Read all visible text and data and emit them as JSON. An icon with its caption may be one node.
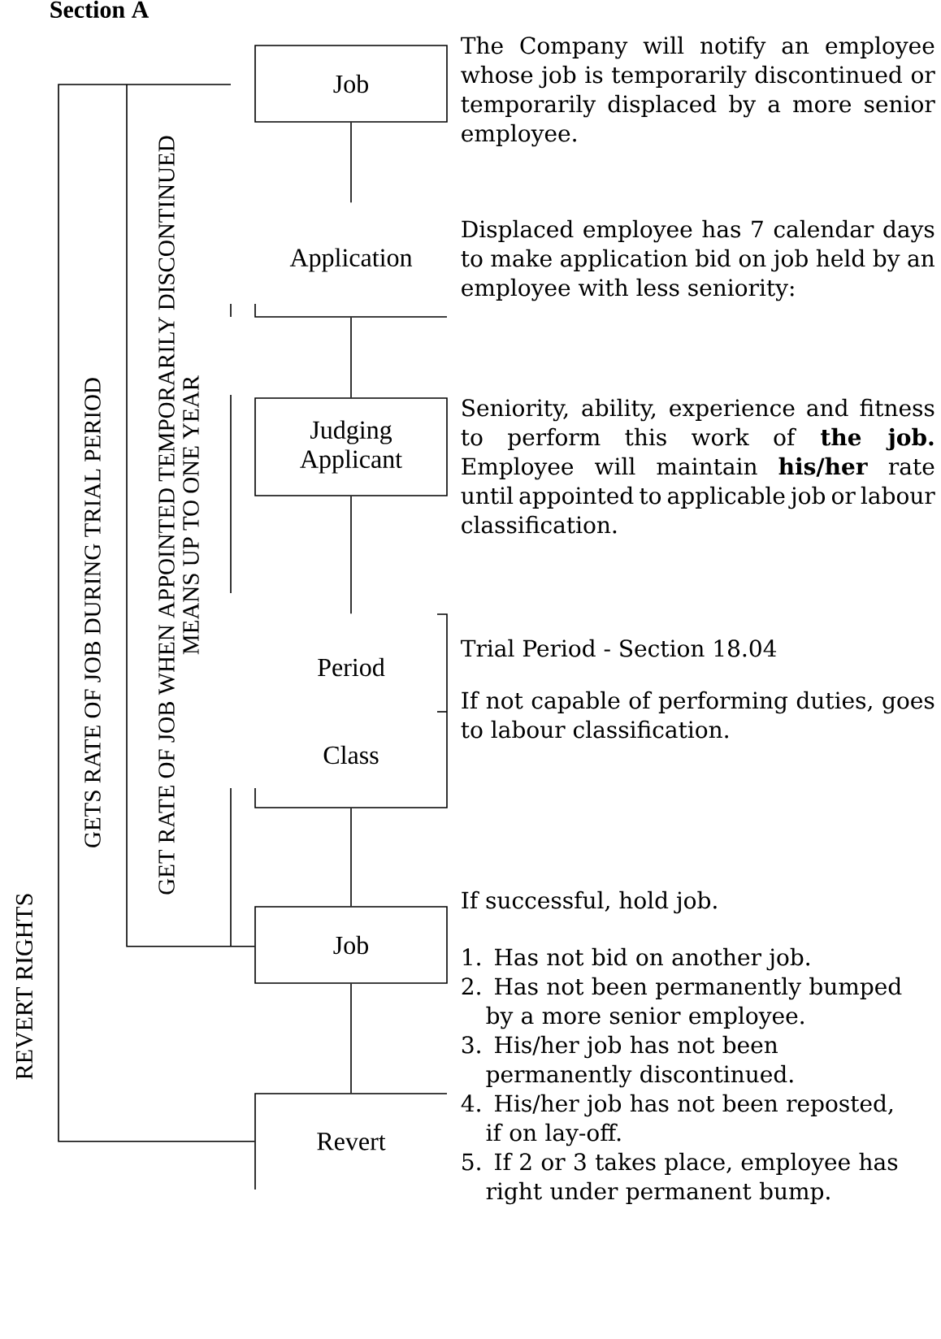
{
  "diagram": {
    "title": "Section A",
    "nodes": [
      {
        "text": [
          "Job"
        ],
        "beside": [
          "The Company will notify an employee whose job is temporarily discontinued or temporarily displaced by a more senior employee."
        ]
      },
      {
        "text": [
          "Application"
        ],
        "beside": [
          "Displaced employee has 7 calendar days to make application bid on job held by an employee with less seniority:"
        ]
      },
      {
        "text": [
          "Judging Applicant"
        ],
        "beside": [
          "Seniority, ability, experience and fitness to perform this work of **the job.** Employee will maintain **his/her** rate until appointed to applicable job or labour classification."
        ]
      },
      {
        "text": [
          "Period",
          "Class"
        ],
        "beside": [
          "Trial Period - Section 18.04",
          "If not capable of performing duties, goes to labour classification."
        ]
      },
      {
        "text": [
          "Job"
        ],
        "beside": [
          "If successful, hold job."
        ]
      },
      {
        "text": [
          "Revert"
        ],
        "beside": [
          "1. Has not bid on another job.",
          "2. Has not been permanently bumped by a more senior employee.",
          "3. His/her job has not been permanently discontinued.",
          "4. His/her job has not been reposted, if on lay-off.",
          "5. If 2 or 3 takes place, employee has right under permanent bump."
        ]
      },
      {
        "text": [
          "GETS RATE OF JOB DURING TRIAL PERIOD"
        ]
      },
      {
        "text": [
          "GET RATE OF JOB WHEN APPOINTED TEMPORARILY DISCONTINUED MEANS UP TO ONE YEAR"
        ],
        "in": 6
      }
    ],
    "edges": [
      {
        "from": 0,
        "to": 1,
        "arrow": "none"
      },
      {
        "from": 1,
        "to": 2,
        "arrow": "none"
      },
      {
        "from": 2,
        "to": 3,
        "arrow": "none"
      },
      {
        "from": 3,
        "to": 4,
        "arrow": "none"
      },
      {
        "from": 4,
        "to": 5,
        "arrow": "none"
      },
      {
        "from": 7,
        "to": 4,
        "arrow": "none"
      },
      {
        "from": 6,
        "to": 5,
        "arrow": "none"
      }
    ],
    "labels": [
      "REVERT RIGHTS"
    ]
  }
}
